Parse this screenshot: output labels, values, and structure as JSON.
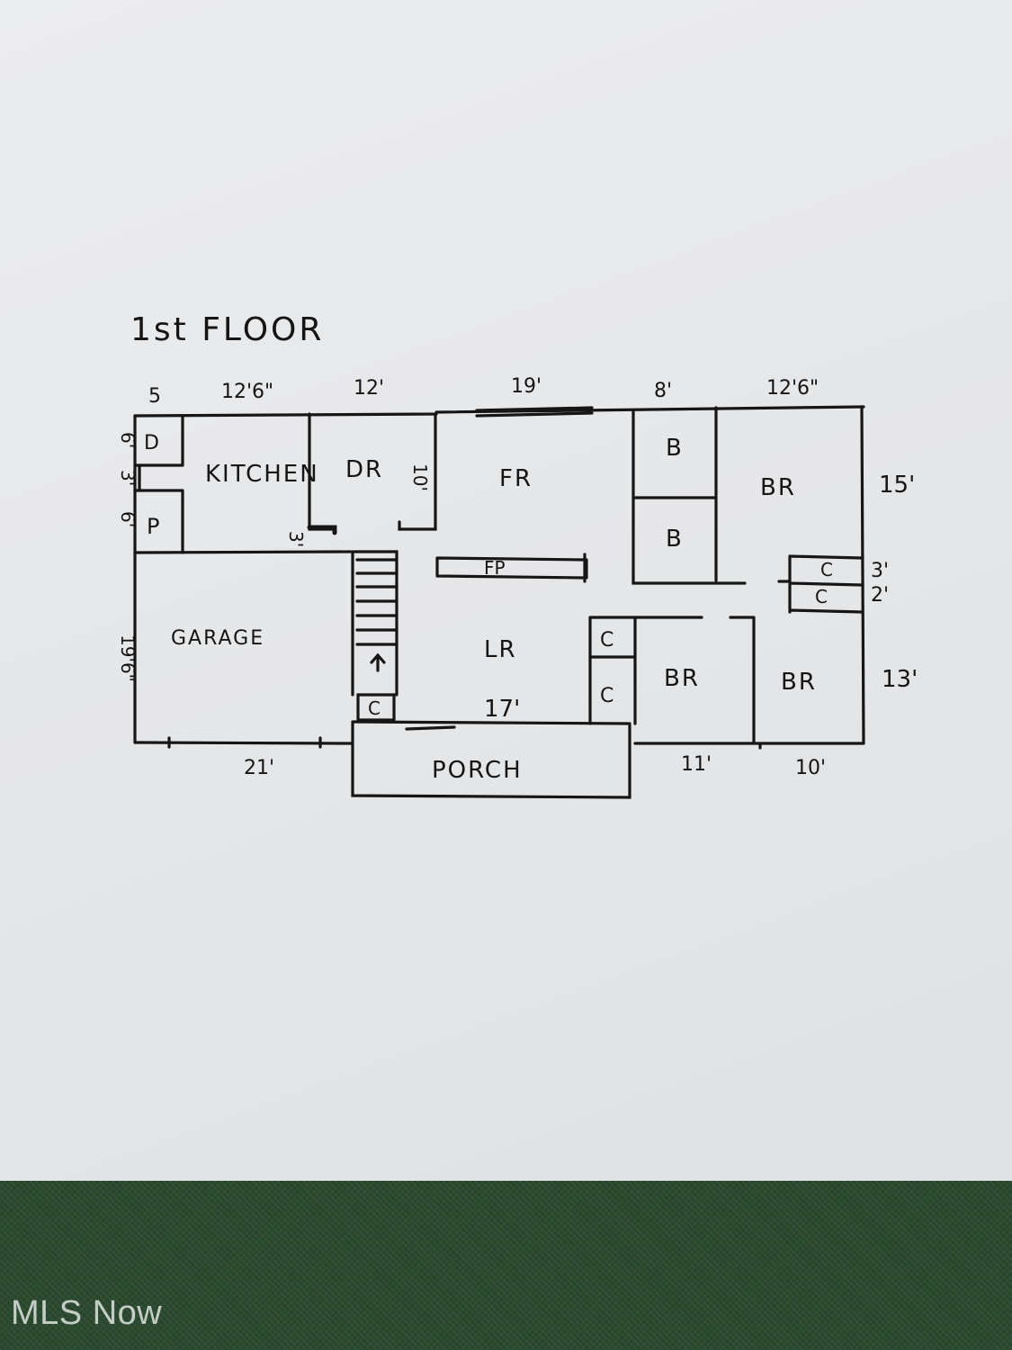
{
  "title": "1st FLOOR",
  "rooms": {
    "kitchen": "KITCHEN",
    "dining": "DR",
    "family": "FR",
    "bath1": "B",
    "bath2": "B",
    "bedroom_master": "BR",
    "closet_c": "C",
    "bedroom_2": "BR",
    "bedroom_3": "BR",
    "living": "LR",
    "garage": "GARAGE",
    "porch": "PORCH",
    "pantry": "P",
    "dryer": "D",
    "fireplace": "FP"
  },
  "dimensions": {
    "top": [
      "5",
      "12'6\"",
      "12'",
      "19'",
      "8'",
      "12'6\""
    ],
    "right": [
      "15'",
      "3'",
      "2'",
      "13'"
    ],
    "bottom": [
      "21'",
      "17'",
      "11'",
      "10'"
    ],
    "left": [
      "6'",
      "3'",
      "6'",
      "19'6\""
    ],
    "dr_depth": "10'",
    "hall": "3'"
  },
  "watermark": "MLS Now"
}
